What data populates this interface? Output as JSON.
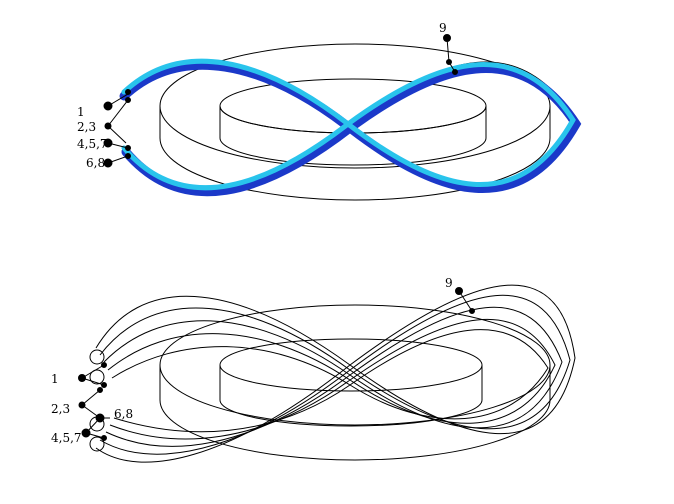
{
  "colors": {
    "background": "#ffffff",
    "line": "#000000",
    "winding_outer": "#1b39c9",
    "winding_inner": "#29c4ec"
  },
  "top_panel": {
    "labels": {
      "l1": "1",
      "l23": "2,3",
      "l457": "4,5,7",
      "l68": "6,8",
      "l9": "9"
    }
  },
  "bottom_panel": {
    "labels": {
      "l1": "1",
      "l23": "2,3",
      "l457": "4,5,7",
      "l68": "6,8",
      "l9": "9"
    }
  }
}
